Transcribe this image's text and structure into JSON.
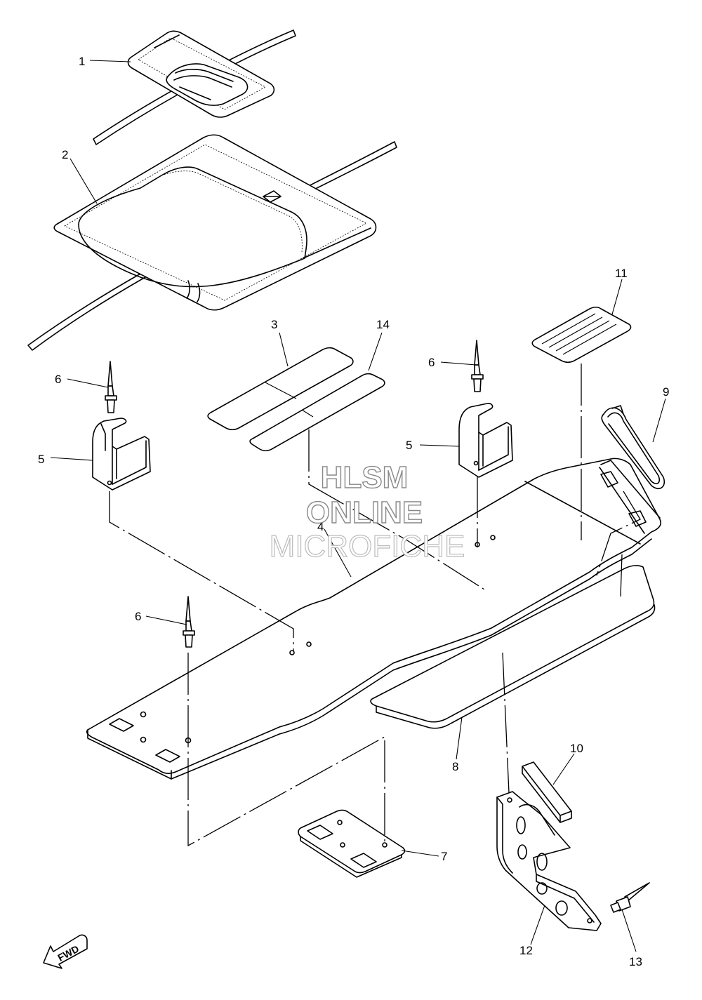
{
  "watermark": {
    "line1": "HLSM",
    "line2": "ONLINE",
    "line3": "MICROFICHE"
  },
  "direction_label": "FWD",
  "callouts": [
    {
      "id": "callout-1",
      "label": "1"
    },
    {
      "id": "callout-2",
      "label": "2"
    },
    {
      "id": "callout-3",
      "label": "3"
    },
    {
      "id": "callout-14",
      "label": "14"
    },
    {
      "id": "callout-11",
      "label": "11"
    },
    {
      "id": "callout-9",
      "label": "9"
    },
    {
      "id": "callout-6a",
      "label": "6"
    },
    {
      "id": "callout-5a",
      "label": "5"
    },
    {
      "id": "callout-6b",
      "label": "6"
    },
    {
      "id": "callout-5b",
      "label": "5"
    },
    {
      "id": "callout-4",
      "label": "4"
    },
    {
      "id": "callout-6c",
      "label": "6"
    },
    {
      "id": "callout-8",
      "label": "8"
    },
    {
      "id": "callout-10",
      "label": "10"
    },
    {
      "id": "callout-7",
      "label": "7"
    },
    {
      "id": "callout-12",
      "label": "12"
    },
    {
      "id": "callout-13",
      "label": "13"
    }
  ]
}
